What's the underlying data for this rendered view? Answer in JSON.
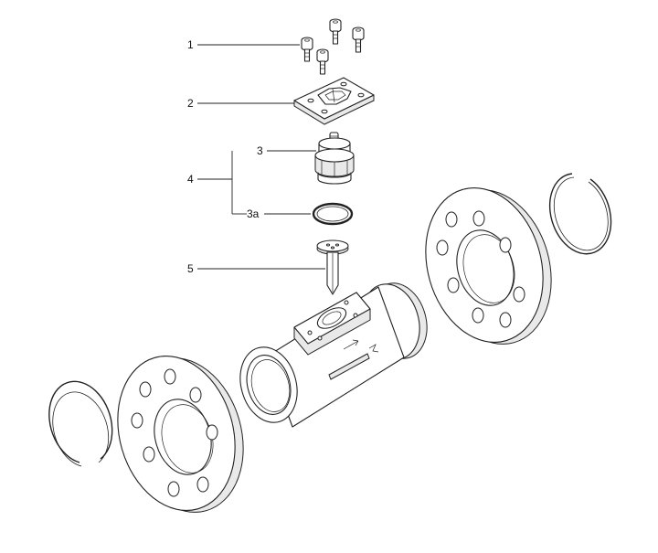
{
  "callouts": {
    "c1": "1",
    "c2": "2",
    "c3": "3",
    "c3a": "3a",
    "c4": "4",
    "c5": "5"
  },
  "colors": {
    "line": "#222222",
    "fill": "#ffffff",
    "shade": "#e9e9e9"
  }
}
